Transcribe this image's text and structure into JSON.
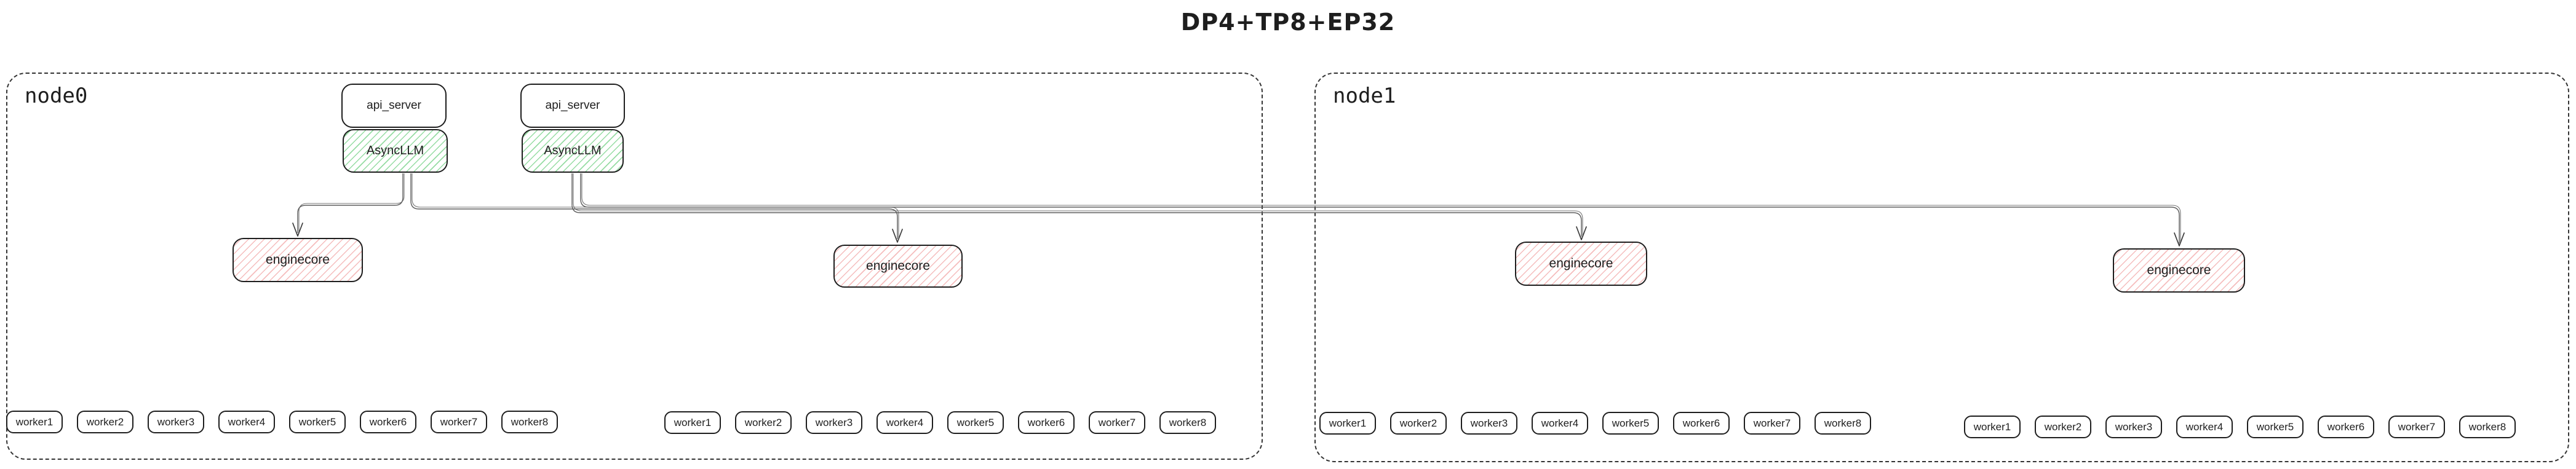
{
  "title": "DP4+TP8+EP32",
  "node0": {
    "label": "node0"
  },
  "node1": {
    "label": "node1"
  },
  "stacks": [
    {
      "api_label": "api_server",
      "llm_label": "AsyncLLM"
    },
    {
      "api_label": "api_server",
      "llm_label": "AsyncLLM"
    }
  ],
  "enginecores": [
    {
      "label": "enginecore"
    },
    {
      "label": "enginecore"
    },
    {
      "label": "enginecore"
    },
    {
      "label": "enginecore"
    }
  ],
  "worker_groups": [
    {
      "workers": [
        "worker1",
        "worker2",
        "worker3",
        "worker4",
        "worker5",
        "worker6",
        "worker7",
        "worker8"
      ]
    },
    {
      "workers": [
        "worker1",
        "worker2",
        "worker3",
        "worker4",
        "worker5",
        "worker6",
        "worker7",
        "worker8"
      ]
    },
    {
      "workers": [
        "worker1",
        "worker2",
        "worker3",
        "worker4",
        "worker5",
        "worker6",
        "worker7",
        "worker8"
      ]
    },
    {
      "workers": [
        "worker1",
        "worker2",
        "worker3",
        "worker4",
        "worker5",
        "worker6",
        "worker7",
        "worker8"
      ]
    }
  ],
  "colors": {
    "border": "#1e1e1e",
    "connector": "#5f5f5f",
    "async_hatch": "#40c057",
    "engine_hatch": "#e03131"
  }
}
